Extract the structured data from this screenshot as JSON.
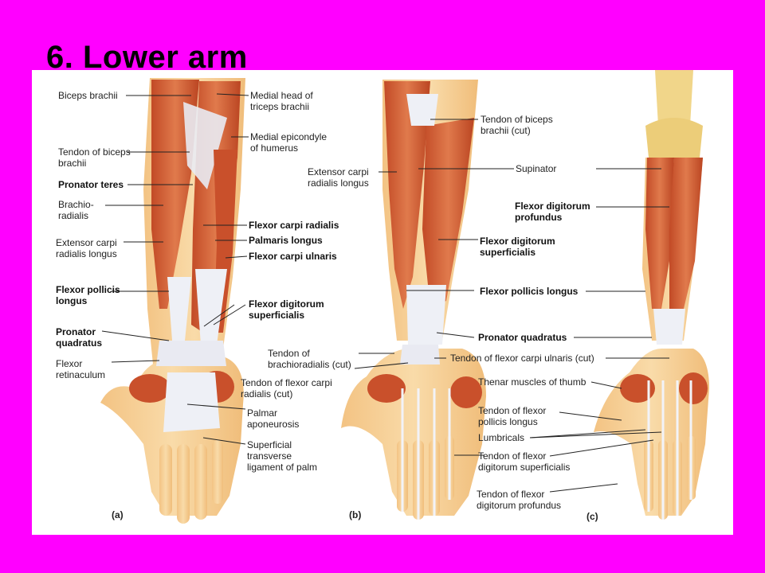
{
  "slide": {
    "title": "6. Lower arm"
  },
  "panels": [
    {
      "letter": "(a)",
      "labels": [
        {
          "text": "Biceps brachii",
          "bold": false
        },
        {
          "text": "Medial head of\ntriceps brachii",
          "bold": false
        },
        {
          "text": "Medial epicondyle\nof humerus",
          "bold": false
        },
        {
          "text": "Tendon of biceps\nbrachii",
          "bold": false
        },
        {
          "text": "Pronator teres",
          "bold": true
        },
        {
          "text": "Brachio-\nradialis",
          "bold": false
        },
        {
          "text": "Flexor carpi radialis",
          "bold": true
        },
        {
          "text": "Palmaris longus",
          "bold": true
        },
        {
          "text": "Flexor carpi ulnaris",
          "bold": true
        },
        {
          "text": "Extensor carpi\nradialis longus",
          "bold": false
        },
        {
          "text": "Flexor pollicis\nlongus",
          "bold": true
        },
        {
          "text": "Flexor digitorum\nsuperficialis",
          "bold": true
        },
        {
          "text": "Pronator\nquadratus",
          "bold": true
        },
        {
          "text": "Flexor\nretinaculum",
          "bold": false
        },
        {
          "text": "Palmar\naponeurosis",
          "bold": false
        },
        {
          "text": "Superficial\ntransverse\nligament of palm",
          "bold": false
        }
      ]
    },
    {
      "letter": "(b)",
      "labels": [
        {
          "text": "Tendon of biceps\nbrachii (cut)",
          "bold": false
        },
        {
          "text": "Supinator",
          "bold": false
        },
        {
          "text": "Extensor carpi\nradialis longus",
          "bold": false
        },
        {
          "text": "Flexor digitorum\nsuperficialis",
          "bold": true
        },
        {
          "text": "Tendon of\nbrachioradialis (cut)",
          "bold": false
        },
        {
          "text": "Tendon of flexor carpi\nradialis (cut)",
          "bold": false
        },
        {
          "text": "Tendon of flexor carpi ulnaris (cut)",
          "bold": false
        }
      ]
    },
    {
      "letter": "(c)",
      "labels": [
        {
          "text": "Flexor digitorum\nprofundus",
          "bold": true
        },
        {
          "text": "Flexor pollicis longus",
          "bold": true
        },
        {
          "text": "Pronator quadratus",
          "bold": true
        },
        {
          "text": "Thenar muscles of thumb",
          "bold": false
        },
        {
          "text": "Tendon of flexor\npollicis longus",
          "bold": false
        },
        {
          "text": "Lumbricals",
          "bold": false
        },
        {
          "text": "Tendon of flexor\ndigitorum superficialis",
          "bold": false
        },
        {
          "text": "Tendon of flexor\ndigitorum profundus",
          "bold": false
        }
      ]
    }
  ],
  "colors": {
    "background": "#ff00ff",
    "muscle": "#d45a32",
    "muscle_light": "#e98a5e",
    "tendon": "#ecedf4",
    "skin": "#f6ca8c",
    "bone": "#f1d68a",
    "leader": "#222222"
  }
}
